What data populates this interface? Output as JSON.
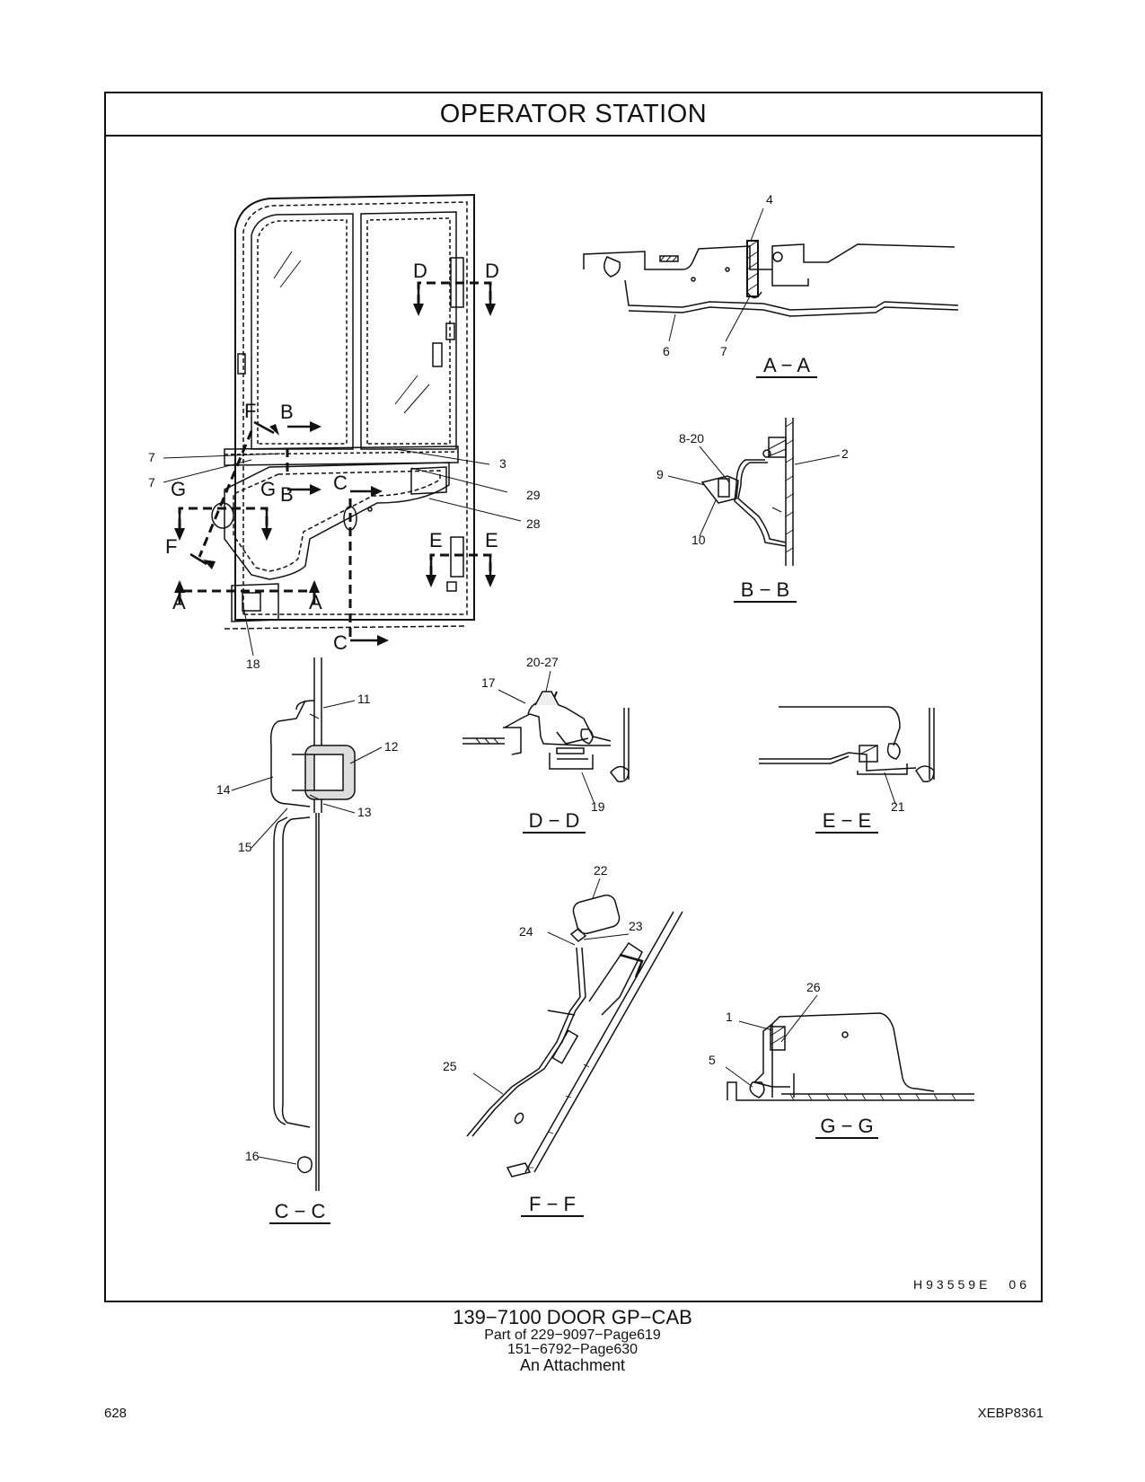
{
  "header": {
    "title": "OPERATOR   STATION",
    "figure_code": "H93559E",
    "figure_rev": "06"
  },
  "sections": {
    "aa": "A − A",
    "bb": "B − B",
    "cc": "C − C",
    "dd": "D − D",
    "ee": "E − E",
    "ff": "F − F",
    "gg": "G − G"
  },
  "door_view": {
    "cut_letters": {
      "a": "A",
      "b": "B",
      "c": "C",
      "d": "D",
      "e": "E",
      "f": "F",
      "g": "G"
    },
    "callouts": {
      "c3": "3",
      "c7a": "7",
      "c7b": "7",
      "c18": "18",
      "c28": "28",
      "c29": "29"
    }
  },
  "callouts": {
    "aa": {
      "c4": "4",
      "c6": "6",
      "c7": "7"
    },
    "bb": {
      "c2": "2",
      "c8_20": "8-20",
      "c9": "9",
      "c10": "10"
    },
    "cc": {
      "c11": "11",
      "c12": "12",
      "c13": "13",
      "c14": "14",
      "c15": "15",
      "c16": "16"
    },
    "dd": {
      "c17": "17",
      "c19": "19",
      "c20_27": "20-27"
    },
    "ee": {
      "c21": "21"
    },
    "ff": {
      "c22": "22",
      "c23": "23",
      "c24": "24",
      "c25": "25"
    },
    "gg": {
      "c1": "1",
      "c5": "5",
      "c26": "26"
    }
  },
  "caption": {
    "main": "139−7100   DOOR  GP−CAB",
    "line1": "Part of 229−9097−Page619",
    "line2": "151−6792−Page630",
    "line3": "An Attachment"
  },
  "footer": {
    "page_number": "628",
    "doc_code": "XEBP8361"
  }
}
